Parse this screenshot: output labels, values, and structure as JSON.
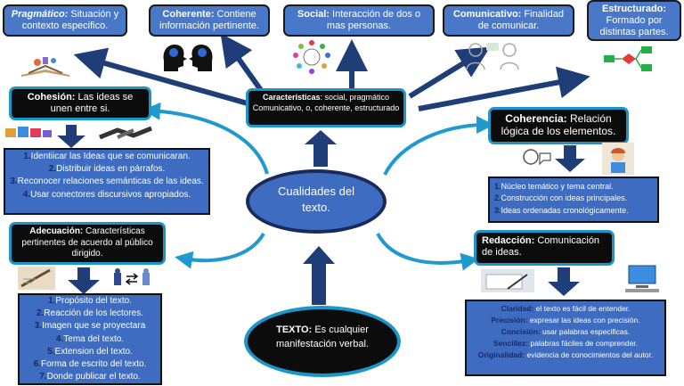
{
  "center": {
    "text": "Cualidades del texto."
  },
  "texto": {
    "label": "TEXTO:",
    "text": " Es cualquier manifestación verbal."
  },
  "caracteristicas": {
    "label": "Características",
    "text": ": social, pragmático Comunicativo, o, coherente, estructurado"
  },
  "top_boxes": {
    "pragmatico": {
      "label": "Pragmático:",
      "text": " Situación y contexto especifico."
    },
    "coherente": {
      "label": "Coherente:",
      "text": " Contiene información pertinente."
    },
    "social": {
      "label": "Social:",
      "text": " Interacción de dos o mas personas."
    },
    "comunicativo": {
      "label": "Comunicativo:",
      "text": " Finalidad de comunicar."
    },
    "estructurado": {
      "label": "Estructurado:",
      "text": " Formado por distintas partes."
    }
  },
  "cohesion": {
    "label": "Cohesión:",
    "text": " Las ideas se unen entre si.",
    "items": [
      {
        "n": "1.",
        "t": "Identiicar las Ideas que se comunicaran."
      },
      {
        "n": "2.",
        "t": "Distribuir ideas en párrafos."
      },
      {
        "n": "3.",
        "t": "Reconocer relaciones semánticas de las ideas."
      },
      {
        "n": "4.",
        "t": "Usar conectores discursivos apropiados."
      }
    ]
  },
  "coherencia": {
    "label": "Coherencia:",
    "text": " Relación lógica de los elementos.",
    "items": [
      {
        "n": "1.",
        "t": "Núcleo temático y tema central."
      },
      {
        "n": "2.",
        "t": "Construcción con ideas principales."
      },
      {
        "n": "3.",
        "t": "Ideas ordenadas cronológicamente."
      }
    ]
  },
  "adecuacion": {
    "label": "Adecuación:",
    "text": " Características pertinentes de acuerdo al público dirigido.",
    "items": [
      {
        "n": "1.",
        "t": "Propósito del texto."
      },
      {
        "n": "2.",
        "t": "Reacción de los lectores."
      },
      {
        "n": "3.",
        "t": "Imagen que se proyectara"
      },
      {
        "n": "4.",
        "t": "Tema del texto."
      },
      {
        "n": "5.",
        "t": "Extension del texto."
      },
      {
        "n": "6.",
        "t": "Forma de escrito del texto."
      },
      {
        "n": "7.",
        "t": "Donde publicar el texto."
      }
    ]
  },
  "redaccion": {
    "label": "Redacción:",
    "text": " Comunicación de ideas.",
    "items": [
      {
        "k": "Claridad:",
        "t": " el texto es fácil de entender."
      },
      {
        "k": "Precisión:",
        "t": " expresar las ideas con precisión."
      },
      {
        "k": "Concisión:",
        "t": " usar palabras especificas."
      },
      {
        "k": "Sencillez:",
        "t": " palabras fáciles de comprender."
      },
      {
        "k": "Originalidad:",
        "t": " evidencia de conocimientos del autor."
      }
    ]
  },
  "colors": {
    "box_blue": "#4a78c8",
    "list_blue": "#3d6cc0",
    "arrow_navy": "#1f3e78",
    "curve_cyan": "#1e9ad0",
    "dark": "#0c0c0c"
  }
}
